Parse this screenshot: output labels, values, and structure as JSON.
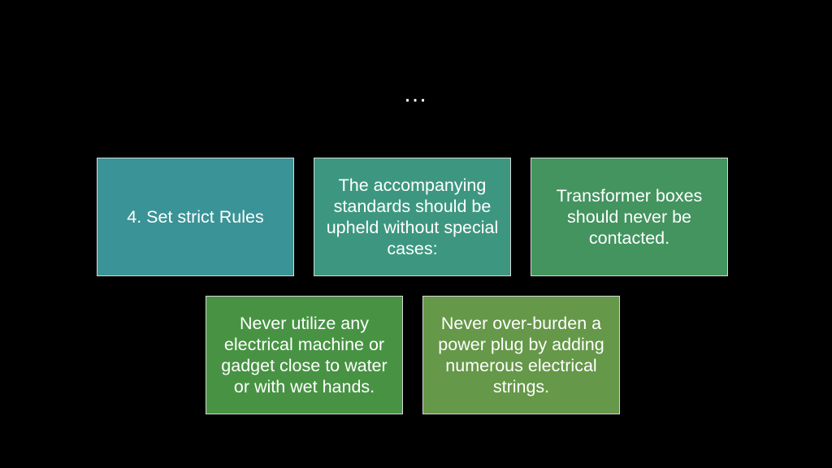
{
  "slide": {
    "title": "…"
  },
  "boxes": [
    {
      "text": "4. Set strict Rules",
      "color": "#3a9396"
    },
    {
      "text": "The accompanying standards should be upheld without special cases:",
      "color": "#3d9780"
    },
    {
      "text": "Transformer boxes should never be contacted.",
      "color": "#43945e"
    },
    {
      "text": "Never utilize any electrical machine or gadget close to water or with wet hands.",
      "color": "#479343"
    },
    {
      "text": "Never over-burden a power plug by adding numerous electrical strings.",
      "color": "#659848"
    }
  ]
}
